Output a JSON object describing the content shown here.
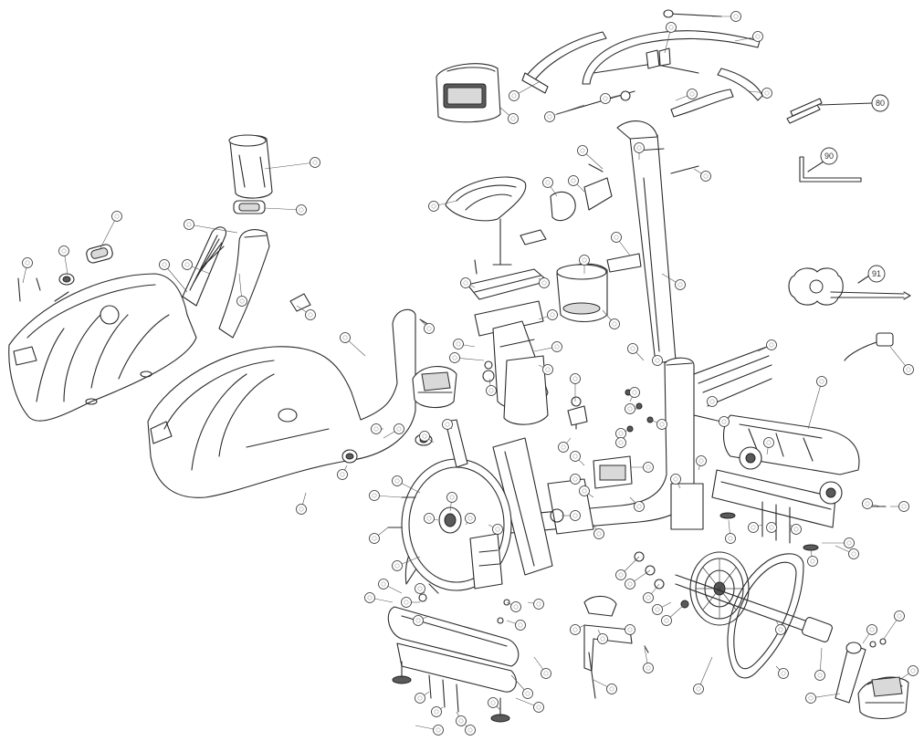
{
  "diagram": {
    "tool_callouts": [
      {
        "id": "accessory-bolts",
        "label": "80"
      },
      {
        "id": "allen-key",
        "label": "90"
      },
      {
        "id": "multi-wrench",
        "label": "91"
      }
    ]
  }
}
